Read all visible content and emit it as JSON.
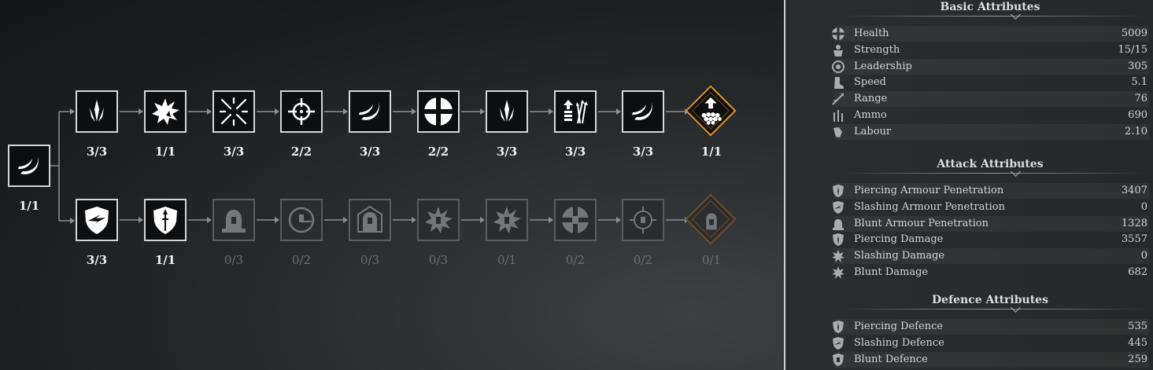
{
  "tree": {
    "root": {
      "label": "1/1",
      "icon": "crescent-slash-icon"
    },
    "top_row": [
      {
        "label": "3/3",
        "icon": "piercing-spears-icon",
        "locked": false
      },
      {
        "label": "1/1",
        "icon": "impact-burst-icon",
        "locked": false
      },
      {
        "label": "3/3",
        "icon": "crossed-arrows-icon",
        "locked": false
      },
      {
        "label": "2/2",
        "icon": "crosshair-target-icon",
        "locked": false
      },
      {
        "label": "3/3",
        "icon": "crescent-slash-icon",
        "locked": false
      },
      {
        "label": "2/2",
        "icon": "health-cross-icon",
        "locked": false
      },
      {
        "label": "3/3",
        "icon": "piercing-spears-icon",
        "locked": false
      },
      {
        "label": "3/3",
        "icon": "arrows-upgrade-icon",
        "locked": false
      },
      {
        "label": "3/3",
        "icon": "crescent-slash-icon",
        "locked": false
      },
      {
        "label": "1/1",
        "icon": "ammo-supply-icon",
        "locked": false,
        "special": true
      }
    ],
    "bottom_row": [
      {
        "label": "3/3",
        "icon": "shield-slash-icon",
        "locked": false
      },
      {
        "label": "1/1",
        "icon": "shield-spear-icon",
        "locked": false
      },
      {
        "label": "0/3",
        "icon": "armour-lock-icon",
        "locked": true
      },
      {
        "label": "0/2",
        "icon": "target-lock-icon",
        "locked": true
      },
      {
        "label": "0/3",
        "icon": "helmet-lock-icon",
        "locked": true
      },
      {
        "label": "0/3",
        "icon": "burst-lock-icon",
        "locked": true
      },
      {
        "label": "0/1",
        "icon": "burst-lock-icon",
        "locked": true
      },
      {
        "label": "0/2",
        "icon": "cross-lock-icon",
        "locked": true
      },
      {
        "label": "0/2",
        "icon": "crosshair-lock-icon",
        "locked": true
      },
      {
        "label": "0/1",
        "icon": "lock-icon",
        "locked": true,
        "special": true
      }
    ]
  },
  "panel": {
    "sections": [
      {
        "title": "Basic Attributes",
        "rows": [
          {
            "name": "Health",
            "value": "5009",
            "icon": "health-cross-icon"
          },
          {
            "name": "Strength",
            "value": "15/15",
            "icon": "strength-icon"
          },
          {
            "name": "Leadership",
            "value": "305",
            "icon": "leadership-icon"
          },
          {
            "name": "Speed",
            "value": "5.1",
            "icon": "boot-icon"
          },
          {
            "name": "Range",
            "value": "76",
            "icon": "range-arrow-icon"
          },
          {
            "name": "Ammo",
            "value": "690",
            "icon": "ammo-icon"
          },
          {
            "name": "Labour",
            "value": "2.10",
            "icon": "labour-icon"
          }
        ]
      },
      {
        "title": "Attack Attributes",
        "rows": [
          {
            "name": "Piercing Armour Penetration",
            "value": "3407",
            "icon": "piercing-penetration-icon"
          },
          {
            "name": "Slashing Armour Penetration",
            "value": "0",
            "icon": "slashing-penetration-icon"
          },
          {
            "name": "Blunt Armour Penetration",
            "value": "1328",
            "icon": "blunt-penetration-icon"
          },
          {
            "name": "Piercing Damage",
            "value": "3557",
            "icon": "piercing-damage-icon"
          },
          {
            "name": "Slashing Damage",
            "value": "0",
            "icon": "slashing-damage-icon"
          },
          {
            "name": "Blunt Damage",
            "value": "682",
            "icon": "blunt-damage-icon"
          }
        ]
      },
      {
        "title": "Defence Attributes",
        "rows": [
          {
            "name": "Piercing Defence",
            "value": "535",
            "icon": "piercing-defence-icon"
          },
          {
            "name": "Slashing Defence",
            "value": "445",
            "icon": "slashing-defence-icon"
          },
          {
            "name": "Blunt Defence",
            "value": "259",
            "icon": "blunt-defence-icon"
          }
        ]
      }
    ]
  }
}
